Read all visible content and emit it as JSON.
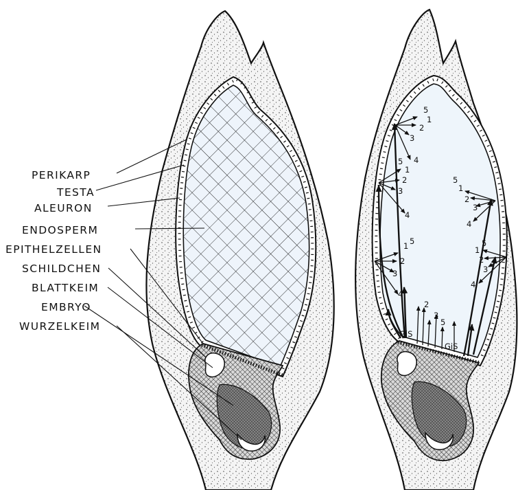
{
  "labels": {
    "perikarp": "PERIKARP",
    "testa": "TESTA",
    "aleuron": "ALEURON",
    "endosperm": "ENDOSPERM",
    "epithelzellen": "EPITHELZELLEN",
    "schildchen": "SCHILDCHEN",
    "blattkeim": "BLATTKEIM",
    "embryo": "EMBRYO",
    "wurzelkeim": "WURZELKEIM"
  },
  "signals": {
    "left_gis": "GiS",
    "right_gis": "GiS",
    "n1": "1",
    "n2": "2",
    "n3": "3",
    "n4": "4",
    "n5": "5",
    "center_2": "2",
    "center_3": "3",
    "center_5": "5"
  },
  "colors": {
    "ink": "#111111",
    "pericarp_fill": "#f3f3f3",
    "endosperm_right_fill": "#eef5fb"
  }
}
